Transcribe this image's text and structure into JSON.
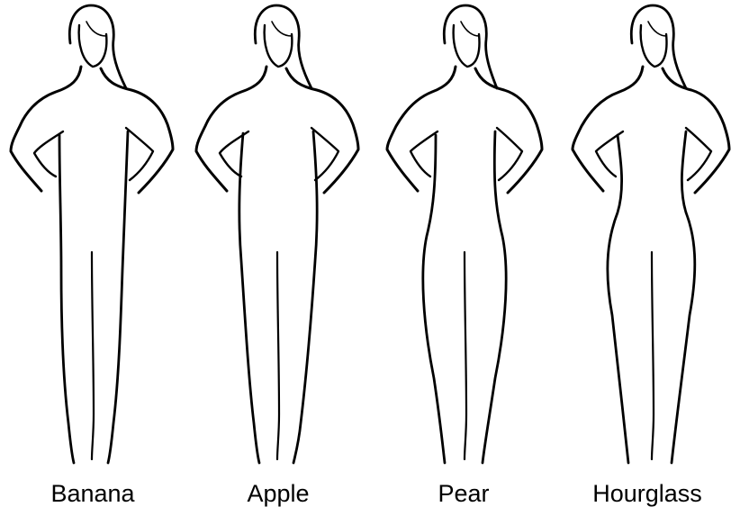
{
  "shapes": [
    {
      "id": "banana",
      "label": "Banana"
    },
    {
      "id": "apple",
      "label": "Apple"
    },
    {
      "id": "pear",
      "label": "Pear"
    },
    {
      "id": "hourglass",
      "label": "Hourglass"
    }
  ]
}
